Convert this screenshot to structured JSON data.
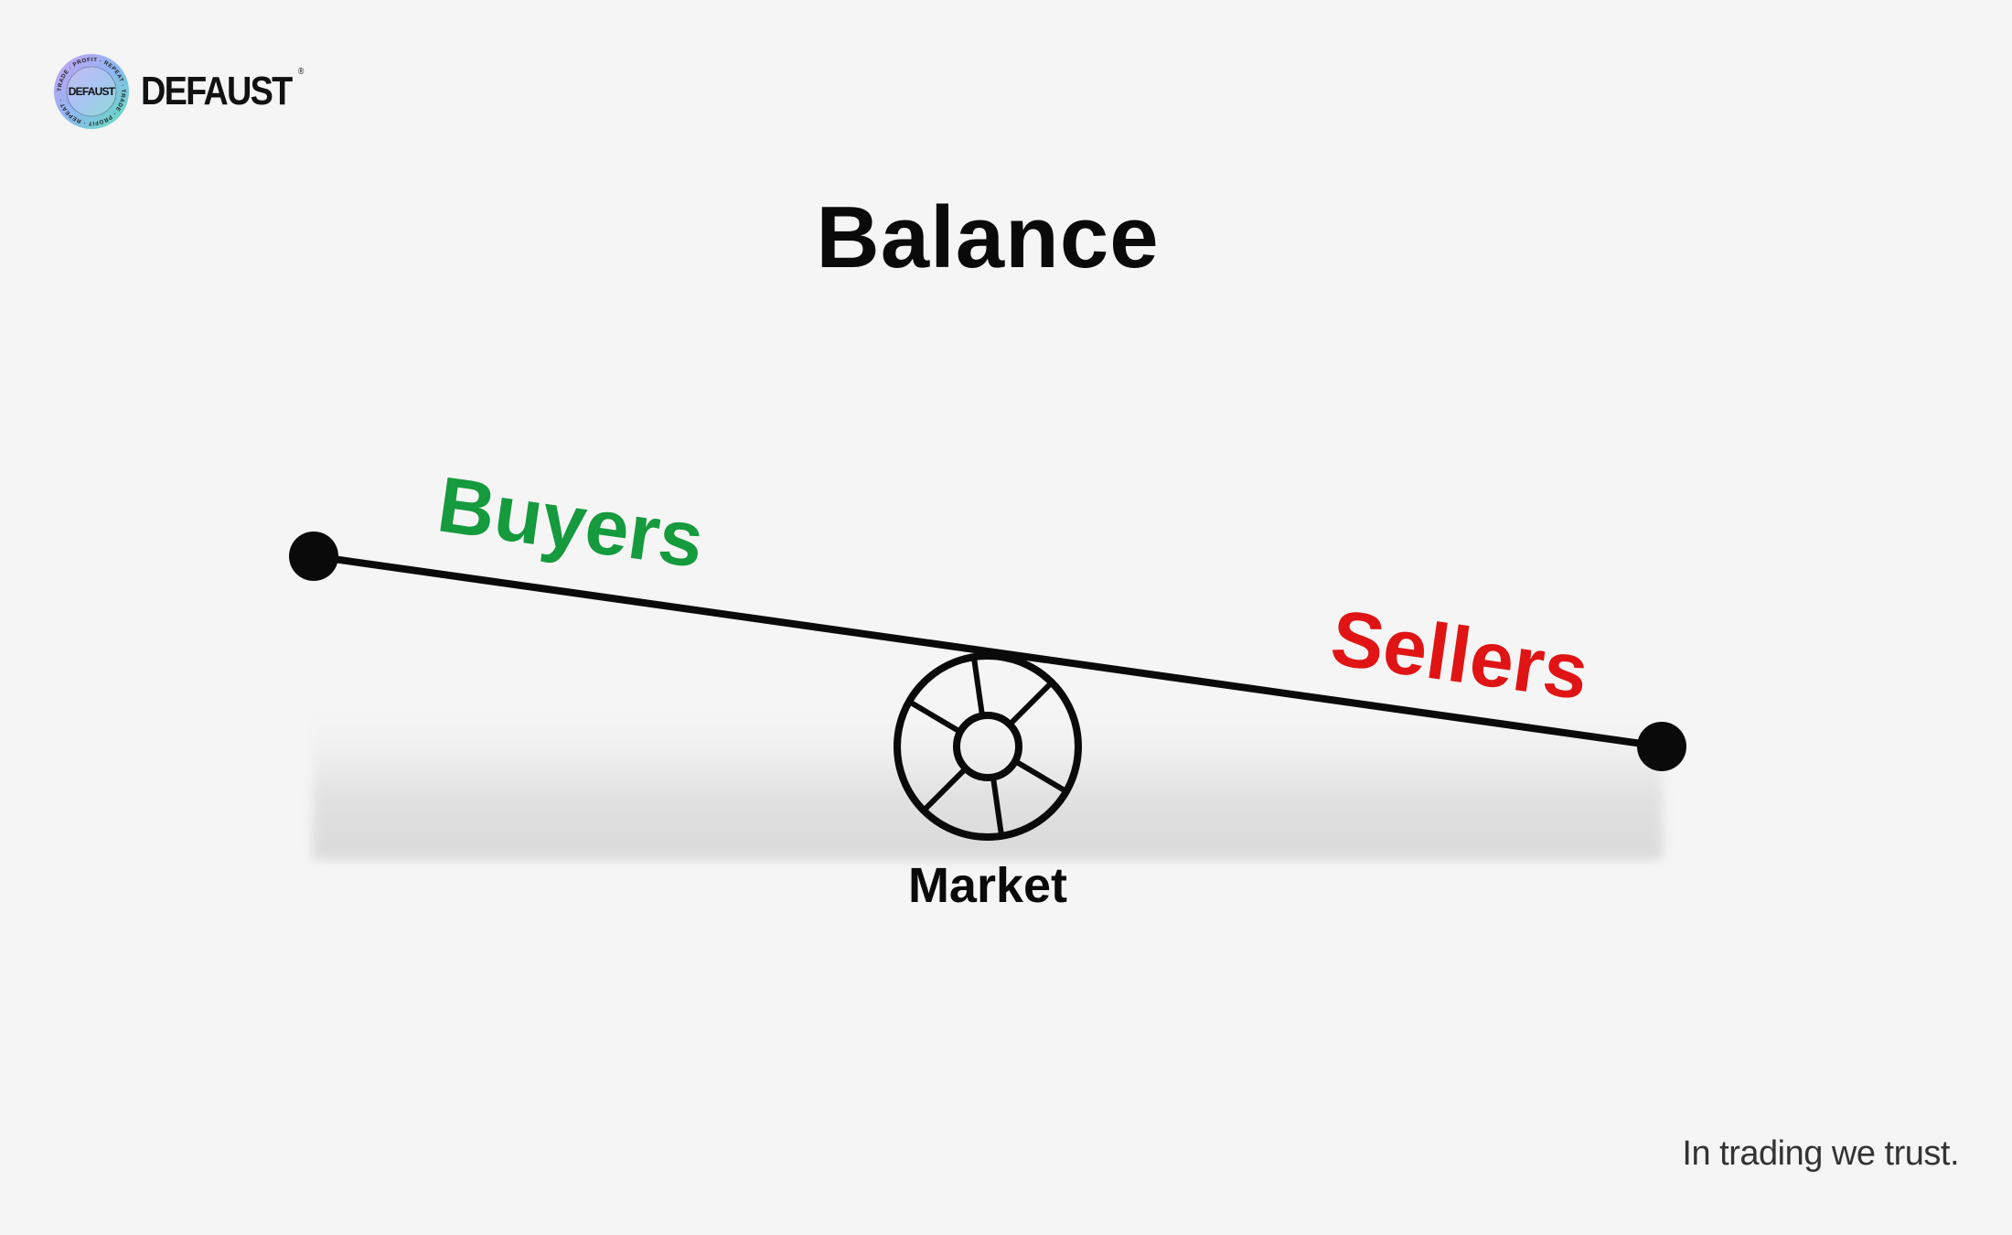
{
  "brand": {
    "name": "DEFAUST",
    "registered_mark": "®",
    "badge_center_text": "DEFAUST",
    "badge_ring_text": "TRADE · PROFIT · REPEAT · TRADE · PROFIT · REPEAT · "
  },
  "title": "Balance",
  "diagram": {
    "left_label": "Buyers",
    "right_label": "Sellers",
    "pivot_label": "Market"
  },
  "tagline": "In trading we trust.",
  "colors": {
    "background": "#f5f5f5",
    "buyers": "#159a3d",
    "sellers": "#e01414",
    "ink": "#0a0a0a"
  }
}
